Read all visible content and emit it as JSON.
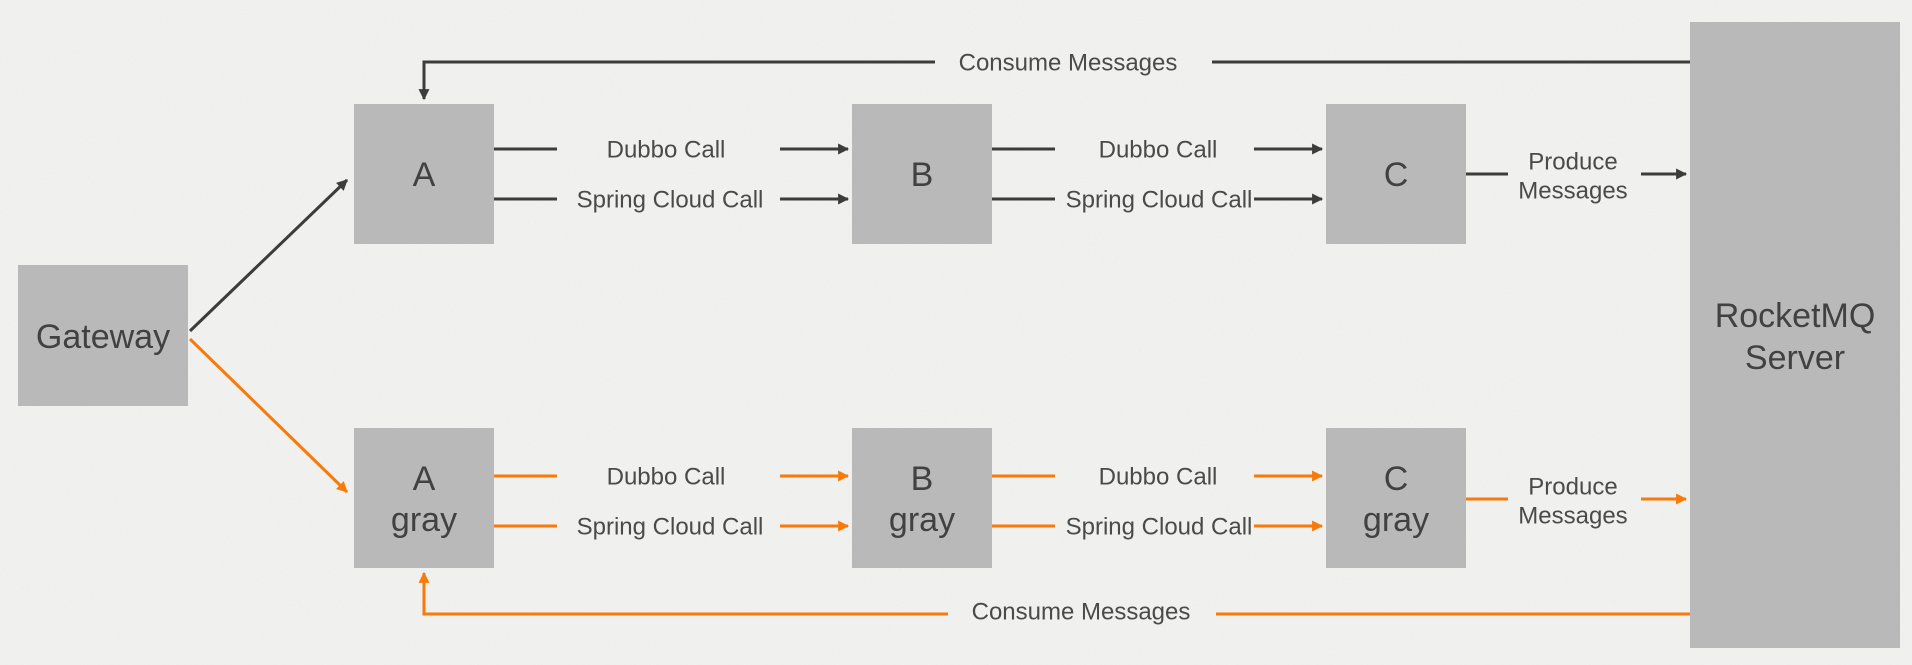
{
  "diagram": {
    "description": "gray-release microservice call flow",
    "background_color": "#f7f7f5",
    "colors": {
      "node_fill": "#b9b9b9",
      "node_text": "#414141",
      "label_text": "#4a4a4a",
      "normal_flow": "#3c3c3c",
      "gray_flow": "#f87a0a"
    },
    "nodes": {
      "gateway": {
        "label": "Gateway"
      },
      "service_a": {
        "label": "A"
      },
      "service_b": {
        "label": "B"
      },
      "service_c": {
        "label": "C"
      },
      "service_a_gray": {
        "label_line1": "A",
        "label_line2": "gray"
      },
      "service_b_gray": {
        "label_line1": "B",
        "label_line2": "gray"
      },
      "service_c_gray": {
        "label_line1": "C",
        "label_line2": "gray"
      },
      "rocketmq_server": {
        "label_line1": "RocketMQ",
        "label_line2": "Server"
      }
    },
    "edge_labels": {
      "dubbo_call": "Dubbo Call",
      "spring_cloud_call": "Spring Cloud Call",
      "produce_line1": "Produce",
      "produce_line2": "Messages",
      "consume_messages": "Consume Messages"
    }
  }
}
